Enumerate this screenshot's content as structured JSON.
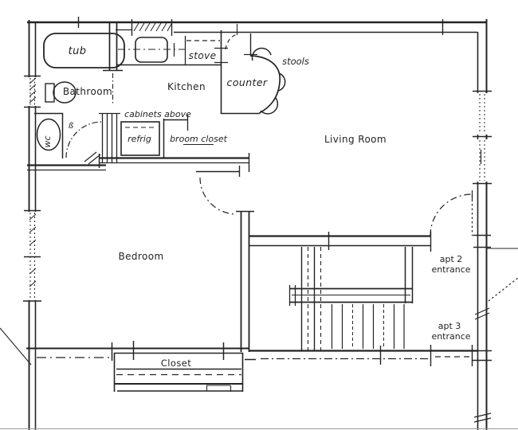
{
  "colors": {
    "ink": "#242424",
    "paper": "#ffffff",
    "faint": "#9a9a9a"
  },
  "labels": {
    "tub": "tub",
    "bathroom": "Bathroom",
    "wc": "wc",
    "kitchen": "Kitchen",
    "stove": "stove",
    "counter": "counter",
    "stools": "stools",
    "cabinets_above": "cabinets above",
    "refrig": "refrig",
    "broom_closet": "broom closet",
    "living_room": "Living Room",
    "bedroom": "Bedroom",
    "closet": "Closet",
    "apt2_line1": "apt 2",
    "apt2_line2": "entrance",
    "apt3_line1": "apt 3",
    "apt3_line2": "entrance",
    "door_mark": "ß"
  }
}
